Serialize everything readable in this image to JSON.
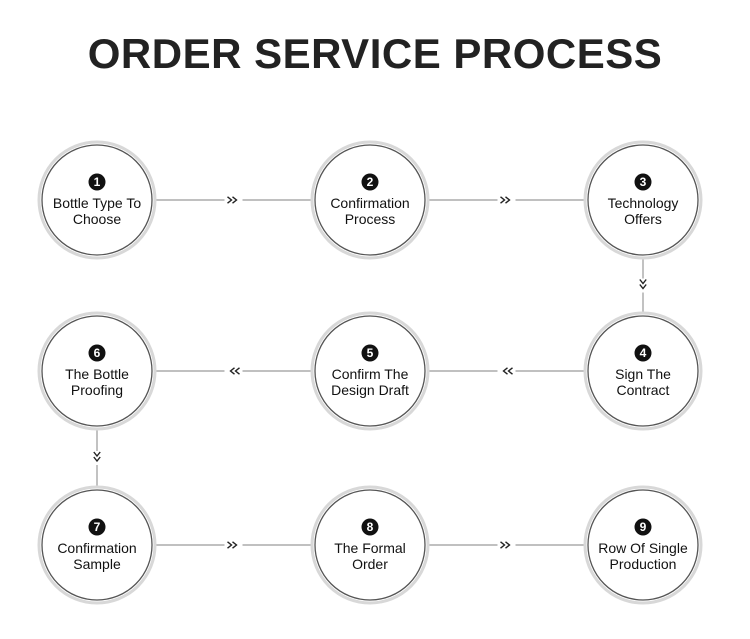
{
  "title": "ORDER SERVICE PROCESS",
  "steps": [
    {
      "num": "1",
      "lines": [
        "Bottle Type To",
        "Choose"
      ]
    },
    {
      "num": "2",
      "lines": [
        "Confirmation",
        "Process"
      ]
    },
    {
      "num": "3",
      "lines": [
        "Technology",
        "Offers"
      ]
    },
    {
      "num": "4",
      "lines": [
        "Sign The",
        "Contract"
      ]
    },
    {
      "num": "5",
      "lines": [
        "Confirm The",
        "Design Draft"
      ]
    },
    {
      "num": "6",
      "lines": [
        "The Bottle",
        "Proofing"
      ]
    },
    {
      "num": "7",
      "lines": [
        "Confirmation",
        "Sample"
      ]
    },
    {
      "num": "8",
      "lines": [
        "The Formal",
        "Order"
      ]
    },
    {
      "num": "9",
      "lines": [
        "Row Of Single",
        "Production"
      ]
    }
  ],
  "connectors": [
    {
      "from": 1,
      "to": 2,
      "direction": "right"
    },
    {
      "from": 2,
      "to": 3,
      "direction": "right"
    },
    {
      "from": 3,
      "to": 4,
      "direction": "down"
    },
    {
      "from": 4,
      "to": 5,
      "direction": "left"
    },
    {
      "from": 5,
      "to": 6,
      "direction": "left"
    },
    {
      "from": 6,
      "to": 7,
      "direction": "down"
    },
    {
      "from": 7,
      "to": 8,
      "direction": "right"
    },
    {
      "from": 8,
      "to": 9,
      "direction": "right"
    }
  ]
}
